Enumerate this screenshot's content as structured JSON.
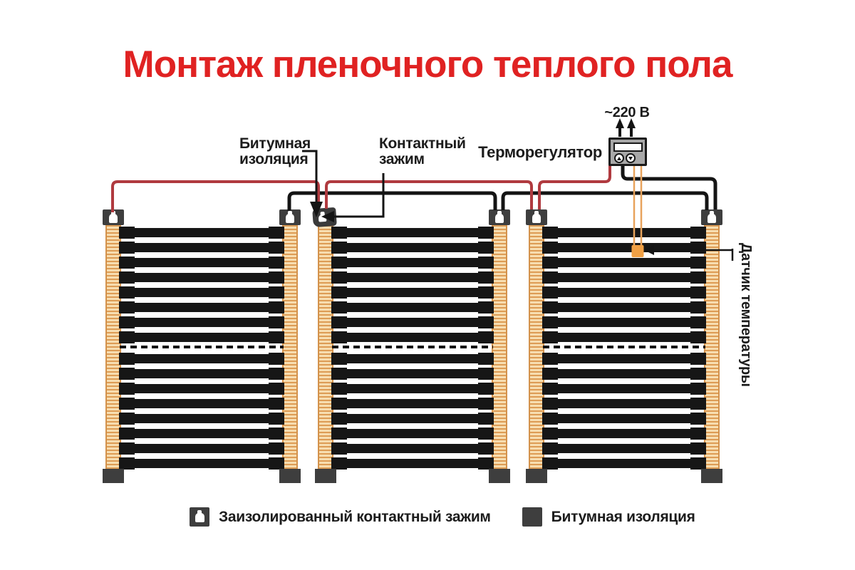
{
  "title": "Монтаж пленочного теплого пола",
  "callouts": {
    "bitumen_insulation": "Битумная изоляция",
    "contact_clamp": "Контактный зажим",
    "thermostat": "Терморегулятор",
    "voltage": "~220 В",
    "temperature_sensor": "Датчик температуры"
  },
  "legend": {
    "insulated_clamp": "Заизолированный контактный зажим",
    "bitumen_insulation": "Битумная изоляция"
  },
  "diagram": {
    "panel_count": 3,
    "heating_stripes_per_panel": 16,
    "cut_line_style": "dashed",
    "colors": {
      "title_red": "#e02222",
      "phase_wire_red": "#b03a3f",
      "neutral_wire_black": "#141414",
      "heating_stripe_black": "#161616",
      "copper_bus_orange": "#dd9c55",
      "bus_background": "#f7ddb0",
      "clamp_gray": "#3e3e3e",
      "sensor_orange": "#f0a045",
      "thermostat_body_gray": "#a8a8a8"
    }
  }
}
